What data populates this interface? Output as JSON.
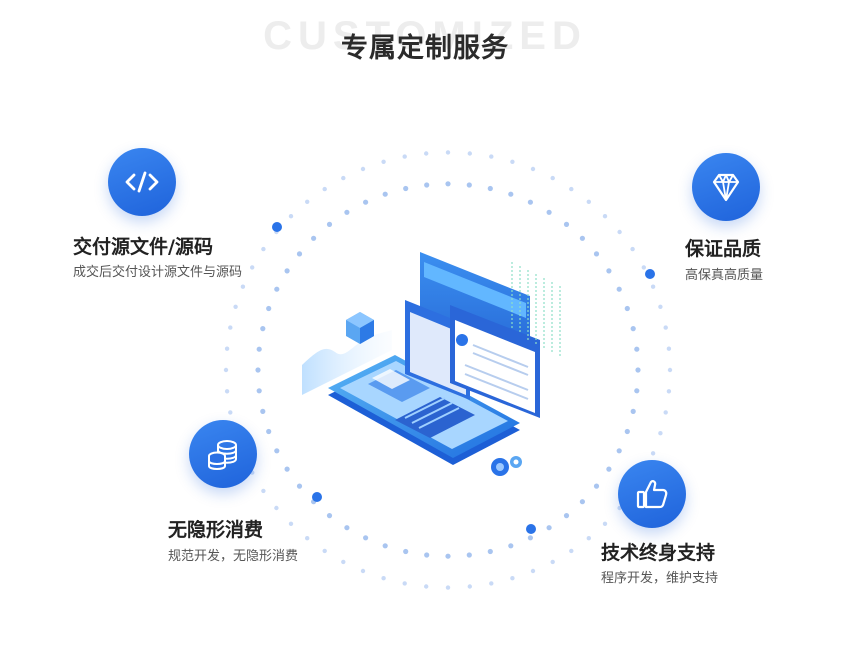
{
  "header": {
    "background_word": "CUSTOMIZED",
    "title": "专属定制服务"
  },
  "features": [
    {
      "id": "source",
      "icon": "code-icon",
      "title": "交付源文件/源码",
      "subtitle": "成交后交付设计源文件与源码"
    },
    {
      "id": "quality",
      "icon": "diamond-icon",
      "title": "保证品质",
      "subtitle": "高保真高质量"
    },
    {
      "id": "cost",
      "icon": "coins-icon",
      "title": "无隐形消费",
      "subtitle": "规范开发，无隐形消费"
    },
    {
      "id": "support",
      "icon": "thumbs-up-icon",
      "title": "技术终身支持",
      "subtitle": "程序开发，维护支持"
    }
  ],
  "colors": {
    "accent": "#2a73e8",
    "dot": "#c9daf6",
    "title": "#2b2b2b"
  }
}
